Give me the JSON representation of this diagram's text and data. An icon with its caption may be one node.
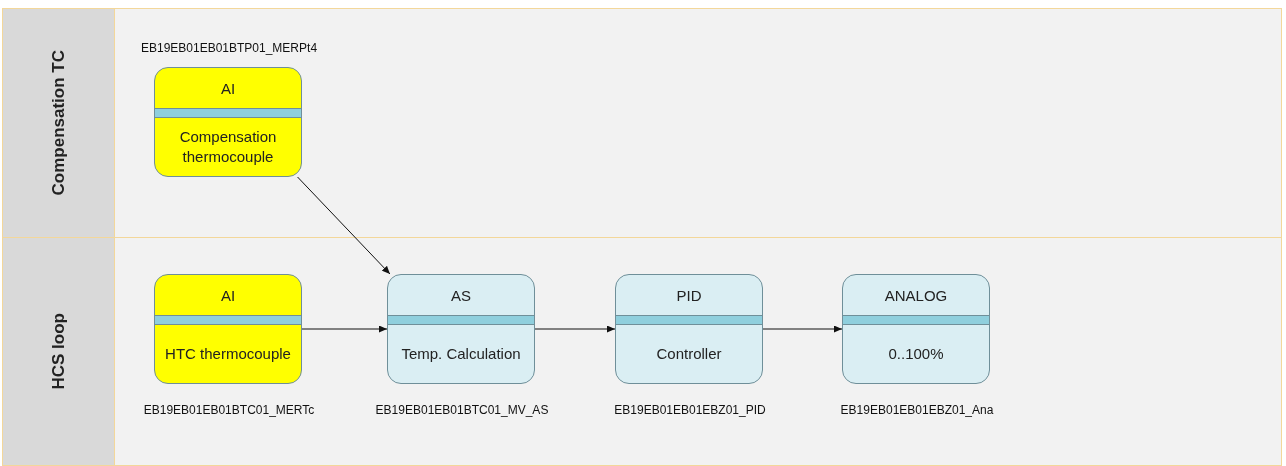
{
  "diagram": {
    "nodes": [
      {
        "text": [
          "Compensation TC"
        ]
      },
      {
        "text": [
          "HCS loop"
        ]
      },
      {
        "text": [
          "AI",
          "Compensation thermocouple"
        ],
        "in": 0,
        "beside": [
          "EB19EB01EB01BTP01_MERPt4"
        ]
      },
      {
        "text": [
          "AI",
          "HTC thermocouple"
        ],
        "in": 1,
        "beside": [
          "EB19EB01EB01BTC01_MERTc"
        ]
      },
      {
        "text": [
          "AS",
          "Temp. Calculation"
        ],
        "in": 1,
        "beside": [
          "EB19EB01EB01BTC01_MV_AS"
        ]
      },
      {
        "text": [
          "PID",
          "Controller"
        ],
        "in": 1,
        "beside": [
          "EB19EB01EB01EBZ01_PID"
        ]
      },
      {
        "text": [
          "ANALOG",
          "0..100%"
        ],
        "in": 1,
        "beside": [
          "EB19EB01EB01EBZ01_Ana"
        ]
      }
    ],
    "edges": [
      {
        "from": 2,
        "to": 4,
        "arrow": "to"
      },
      {
        "from": 3,
        "to": 4,
        "arrow": "to"
      },
      {
        "from": 4,
        "to": 5,
        "arrow": "to"
      },
      {
        "from": 5,
        "to": 6,
        "arrow": "to"
      }
    ]
  }
}
